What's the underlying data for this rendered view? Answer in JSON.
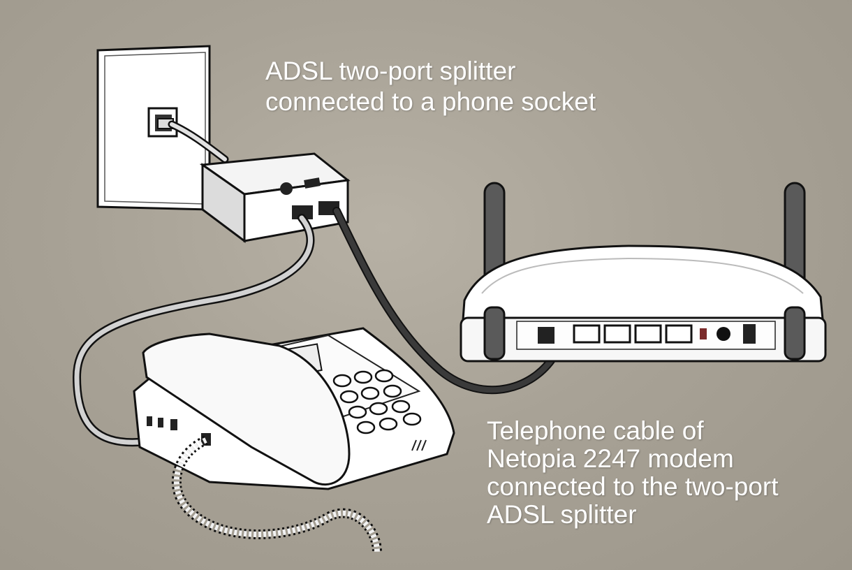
{
  "captions": {
    "splitter": {
      "lines": [
        "ADSL two-port splitter",
        "connected to a phone socket"
      ]
    },
    "cable": {
      "lines": [
        "Telephone cable of",
        "Netopia 2247 modem",
        "connected to the two-port",
        "ADSL splitter"
      ]
    }
  },
  "colors": {
    "background": "#a8a296",
    "device_body": "#ffffff",
    "outline": "#111111",
    "phone_cable": "#c8c8c8",
    "modem_cable": "#333333",
    "antenna": "#5a5a5a",
    "caption_text": "#ffffff"
  },
  "icons": [
    "wall-socket-icon",
    "splitter-icon",
    "router-icon",
    "telephone-icon"
  ]
}
